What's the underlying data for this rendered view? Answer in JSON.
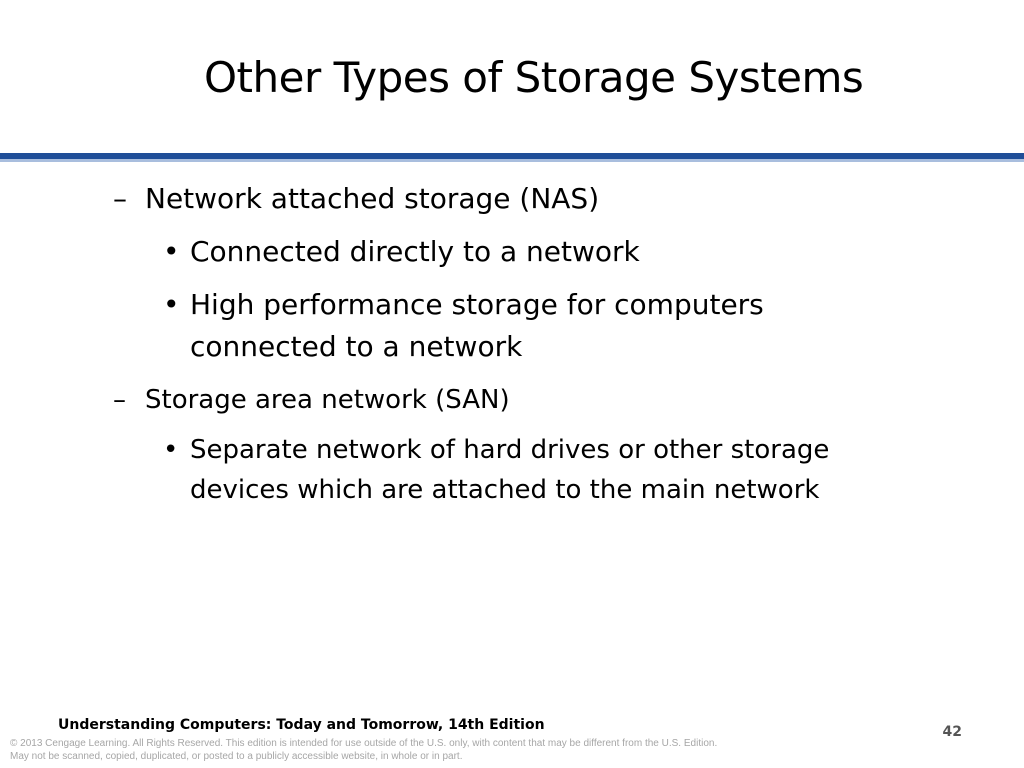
{
  "slide": {
    "title": "Other Types of Storage Systems",
    "accent_color": "#1f4e98",
    "accent_light_color": "#a9bede",
    "bullets": [
      {
        "marker": "–",
        "text": "Network attached storage (NAS)",
        "children": [
          {
            "marker": "•",
            "text": "Connected directly to a network"
          },
          {
            "marker": "•",
            "line1": "High performance storage for computers",
            "line2": "connected to a network"
          }
        ]
      },
      {
        "marker": "–",
        "text": "Storage area network (SAN)",
        "children": [
          {
            "marker": "•",
            "line1": "Separate network of hard drives or other storage",
            "line2": "devices which are attached to the main network"
          }
        ]
      }
    ]
  },
  "footer": {
    "book_title": "Understanding Computers: Today and Tomorrow, 14th Edition",
    "page_number": "42",
    "copyright_line1": "© 2013 Cengage Learning. All Rights Reserved. This edition is intended for use outside of the U.S. only, with content that may be different from the U.S. Edition.",
    "copyright_line2": "May not be scanned, copied, duplicated, or posted to a publicly accessible website, in whole or in part."
  }
}
